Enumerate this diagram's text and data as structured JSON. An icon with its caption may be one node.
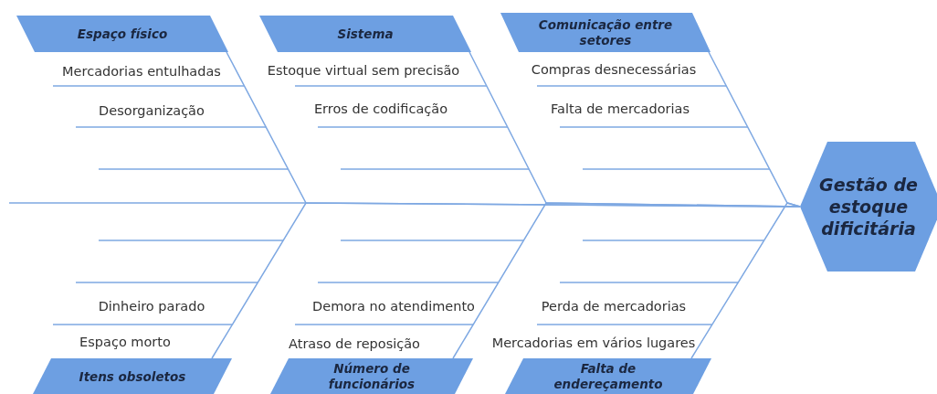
{
  "diagram": {
    "nodes": [
      {
        "text": [
          "Espaço físico"
        ]
      },
      {
        "text": [
          "Sistema"
        ]
      },
      {
        "text": [
          "Comunicação entre setores"
        ]
      },
      {
        "text": [
          "Itens obsoletos"
        ]
      },
      {
        "text": [
          "Número de funcionários"
        ]
      },
      {
        "text": [
          "Falta de endereçamento"
        ]
      },
      {
        "text": [
          "Gestão de estoque dificitária"
        ]
      }
    ],
    "edges": [
      {
        "from": 0,
        "to": 6,
        "arrow": "none"
      },
      {
        "from": 1,
        "to": 6,
        "arrow": "none"
      },
      {
        "from": 2,
        "to": 6,
        "arrow": "none"
      },
      {
        "from": 3,
        "to": 6,
        "arrow": "none"
      },
      {
        "from": 4,
        "to": 6,
        "arrow": "none"
      },
      {
        "from": 5,
        "to": 6,
        "arrow": "none"
      }
    ],
    "labels": [
      "Mercadorias entulhadas",
      "Estoque virtual sem precisão",
      "Compras desnecessárias",
      "Desorganização",
      "Erros de codificação",
      "Falta de mercadorias",
      "Dinheiro parado",
      "Demora no atendimento",
      "Perda de mercadorias",
      "Espaço morto",
      "Atraso de reposição",
      "Mercadorias em vários lugares"
    ]
  }
}
